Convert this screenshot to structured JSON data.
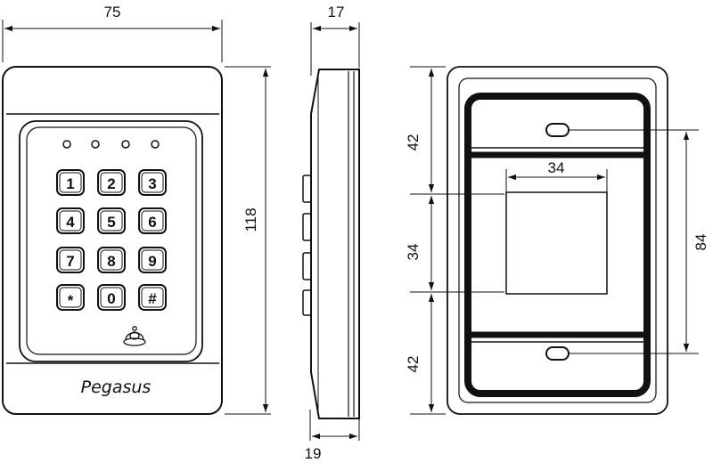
{
  "front_view": {
    "width_label": "75",
    "height_label": "118",
    "brand": "Pegasus",
    "keys": [
      "1",
      "2",
      "3",
      "4",
      "5",
      "6",
      "7",
      "8",
      "9",
      "*",
      "0",
      "#"
    ]
  },
  "side_view": {
    "top_label": "17",
    "bottom_label": "19"
  },
  "back_view": {
    "top_section_label": "42",
    "middle_section_label": "34",
    "bottom_section_label": "42",
    "window_width_label": "34",
    "hole_spacing_label": "84"
  }
}
